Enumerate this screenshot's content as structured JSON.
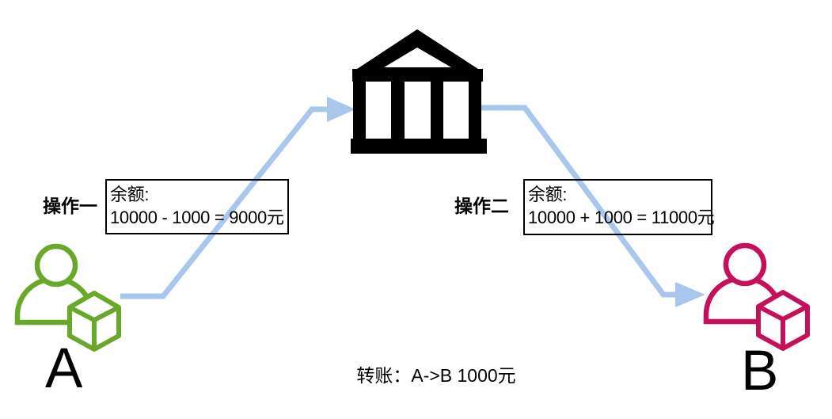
{
  "colors": {
    "arrow": "#A9C6ED",
    "person_a": "#6AA82C",
    "person_b": "#C5115C",
    "ink": "#000000"
  },
  "operation_1": {
    "label": "操作一",
    "balance_title": "余额:",
    "balance_formula": "10000 - 1000 = 9000元"
  },
  "operation_2": {
    "label": "操作二",
    "balance_title": "余额:",
    "balance_formula": "10000 + 1000 = 11000元"
  },
  "person_a": {
    "label": "A"
  },
  "person_b": {
    "label": "B"
  },
  "caption": "转账：A->B 1000元"
}
